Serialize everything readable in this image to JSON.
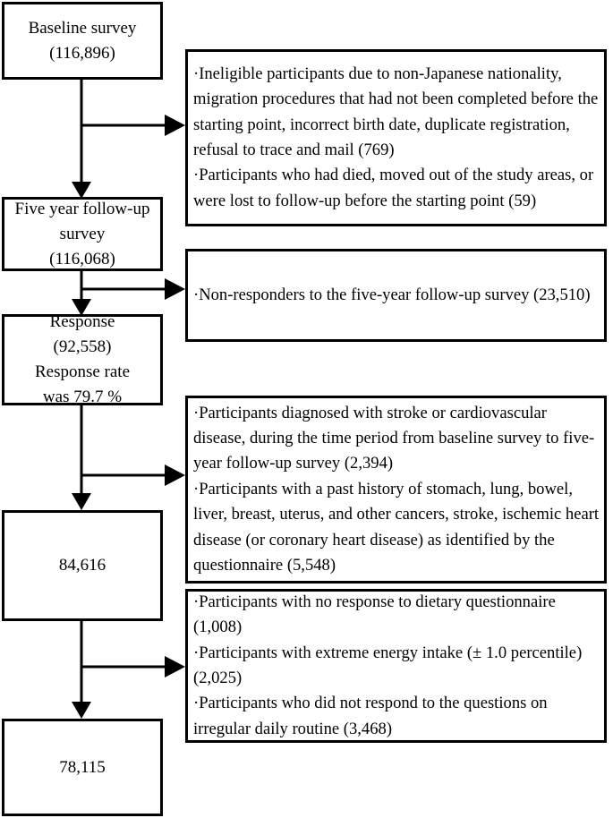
{
  "diagram": {
    "title": "Study participant flow diagram",
    "type": "flowchart",
    "line_color": "#000000",
    "background_color": "#ffffff"
  },
  "nodes": [
    {
      "id": "baseline",
      "label": "Baseline survey\n(116,896)",
      "count": "116,896"
    },
    {
      "id": "five-year-follow-up",
      "label": "Five year follow-up\nsurvey\n(116,068)",
      "count": "116,068"
    },
    {
      "id": "response",
      "label": "Response\n(92,558)\nResponse rate\nwas 79.7 %",
      "count": "92,558",
      "rate": "79.7 %"
    },
    {
      "id": "eligible-84616",
      "label": "84,616",
      "count": "84,616"
    },
    {
      "id": "final-78115",
      "label": "78,115",
      "count": "78,115"
    }
  ],
  "exclusions": [
    {
      "id": "exclusion-1",
      "text": " ·Ineligible participants due to non-Japanese nationality, migration procedures that had not been completed before the starting point, incorrect birth date, duplicate registration, refusal to trace and mail (769)\n ·Participants who had died, moved out of the study areas, or were lost to follow-up before the starting point (59)"
    },
    {
      "id": "exclusion-2",
      "text": " ·Non-responders to the five-year follow-up survey (23,510)"
    },
    {
      "id": "exclusion-3",
      "text": " ·Participants diagnosed with stroke or cardiovascular disease, during the time period from baseline survey to five-year follow-up survey (2,394)\n ·Participants with a past history of stomach, lung, bowel, liver, breast, uterus, and other cancers, stroke, ischemic heart disease (or coronary heart disease) as identified by the questionnaire (5,548)"
    },
    {
      "id": "exclusion-4",
      "text": " ·Participants with no response to dietary questionnaire (1,008)\n ·Participants with extreme energy intake (± 1.0 percentile) (2,025)\n ·Participants who did not respond to the questions on irregular daily routine (3,468)"
    }
  ]
}
